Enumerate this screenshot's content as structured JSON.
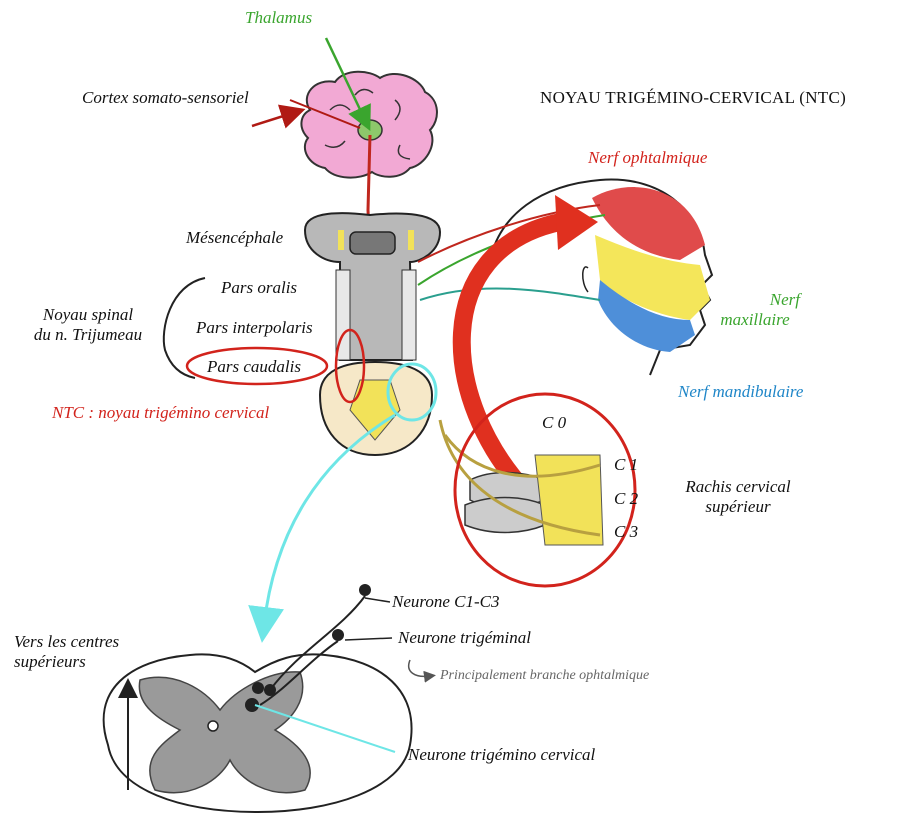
{
  "title": "NOYAU TRIGÉMINO-CERVICAL (NTC)",
  "labels": {
    "thalamus": "Thalamus",
    "cortex": "Cortex somato-sensoriel",
    "mesencephale": "Mésencéphale",
    "pars_oralis": "Pars oralis",
    "pars_interpolaris": "Pars interpolaris",
    "pars_caudalis": "Pars caudalis",
    "noyau_spinal_1": "Noyau spinal",
    "noyau_spinal_2": "du n. Trijumeau",
    "ntc": "NTC : noyau trigémino cervical",
    "nerf_ophtalmique": "Nerf ophtalmique",
    "nerf_maxillaire_1": "Nerf",
    "nerf_maxillaire_2": "maxillaire",
    "nerf_mandibulaire": "Nerf mandibulaire",
    "c0": "C 0",
    "c1": "C 1",
    "c2": "C 2",
    "c3": "C 3",
    "rachis_1": "Rachis cervical",
    "rachis_2": "supérieur",
    "neurone_c1c3": "Neurone C1-C3",
    "neurone_trigeminal": "Neurone trigéminal",
    "principalement": "Principalement branche ophtalmique",
    "vers_centres_1": "Vers les centres",
    "vers_centres_2": "supérieurs",
    "neurone_trigemino_cervical": "Neurone trigémino cervical"
  },
  "colors": {
    "red": "#d2231c",
    "green": "#3aa52e",
    "blue": "#1f86c8",
    "cyan": "#6ee6e6",
    "yellow": "#f2e259",
    "brain_pink": "#f2a9d4",
    "grey": "#9a9a9a"
  },
  "icons": [
    "brain-icon",
    "brainstem-icon",
    "spinal-cord-section-icon",
    "head-profile-icon",
    "cervical-spine-icon",
    "neuron-icon",
    "arrow-icon"
  ]
}
